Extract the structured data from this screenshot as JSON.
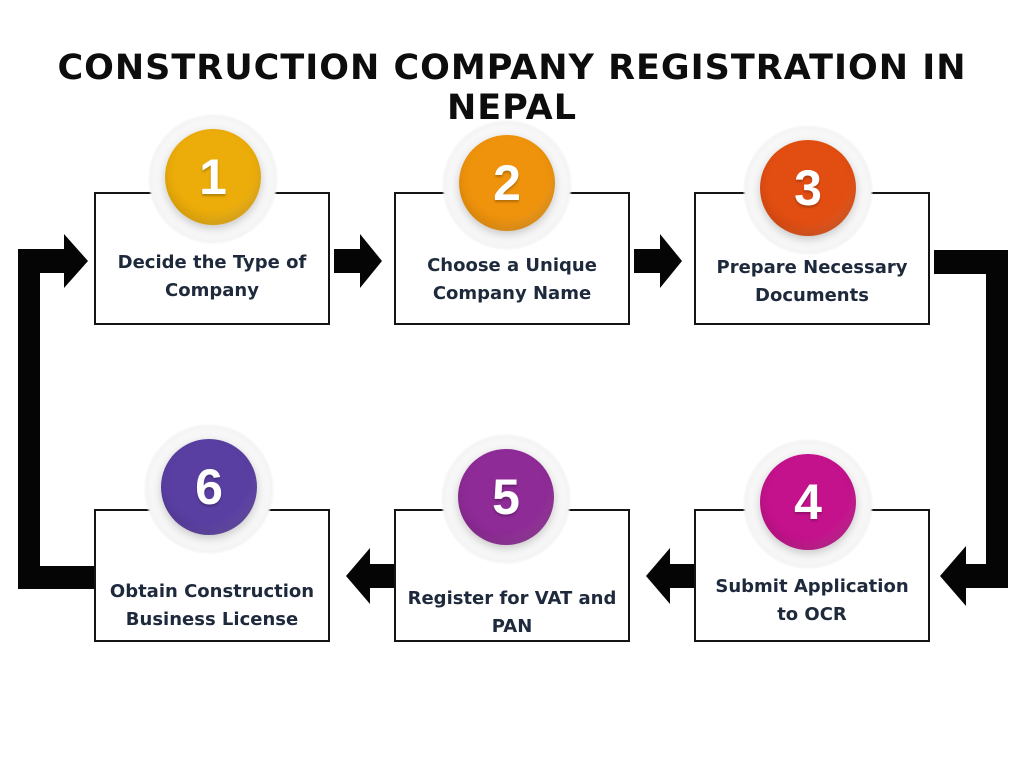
{
  "title": "CONSTRUCTION COMPANY REGISTRATION IN NEPAL",
  "steps": [
    {
      "number": "1",
      "label": "Decide the Type of Company",
      "color": "#ecad0a"
    },
    {
      "number": "2",
      "label": "Choose a Unique Company Name",
      "color": "#ef930c"
    },
    {
      "number": "3",
      "label": "Prepare Necessary Documents",
      "color": "#e24e12"
    },
    {
      "number": "4",
      "label": "Submit Application to OCR",
      "color": "#c4128c"
    },
    {
      "number": "5",
      "label": "Register for VAT and PAN",
      "color": "#8f2b97"
    },
    {
      "number": "6",
      "label": "Obtain Construction Business License",
      "color": "#5a3fa3"
    }
  ]
}
